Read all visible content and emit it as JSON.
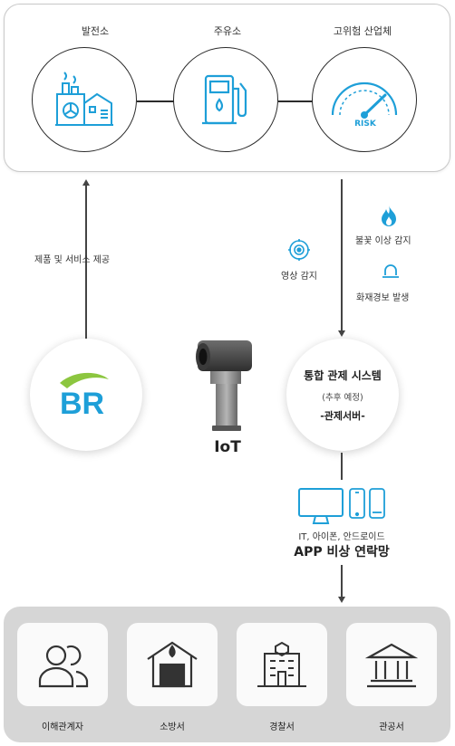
{
  "sites": [
    {
      "label": "발전소",
      "icon": "power-plant-icon"
    },
    {
      "label": "주유소",
      "icon": "gas-station-icon"
    },
    {
      "label": "고위험 산업체",
      "icon": "risk-gauge-icon",
      "gauge_text": "RISK"
    }
  ],
  "left_flow": {
    "label": "제품 및 서비스 제공"
  },
  "alerts": {
    "fire": "불꽃 이상 감지",
    "video": "영상 감지",
    "alarm": "화재경보 발생"
  },
  "camera": {
    "label": "IoT"
  },
  "control_system": {
    "title": "통합 관제 시스템",
    "subtitle": "(추후 예정)",
    "server": "-관제서버-"
  },
  "app": {
    "platforms": "IT, 아이폰, 안드로이드",
    "title": "APP 비상 연락망"
  },
  "agencies": [
    {
      "label": "이해관계자",
      "icon": "stakeholders-icon"
    },
    {
      "label": "소방서",
      "icon": "fire-station-icon"
    },
    {
      "label": "경찰서",
      "icon": "police-station-icon"
    },
    {
      "label": "관공서",
      "icon": "government-office-icon"
    }
  ],
  "colors": {
    "accent_blue": "#1e9fd8",
    "line": "#2b2b2b",
    "panel_gray": "#d6d6d6"
  }
}
